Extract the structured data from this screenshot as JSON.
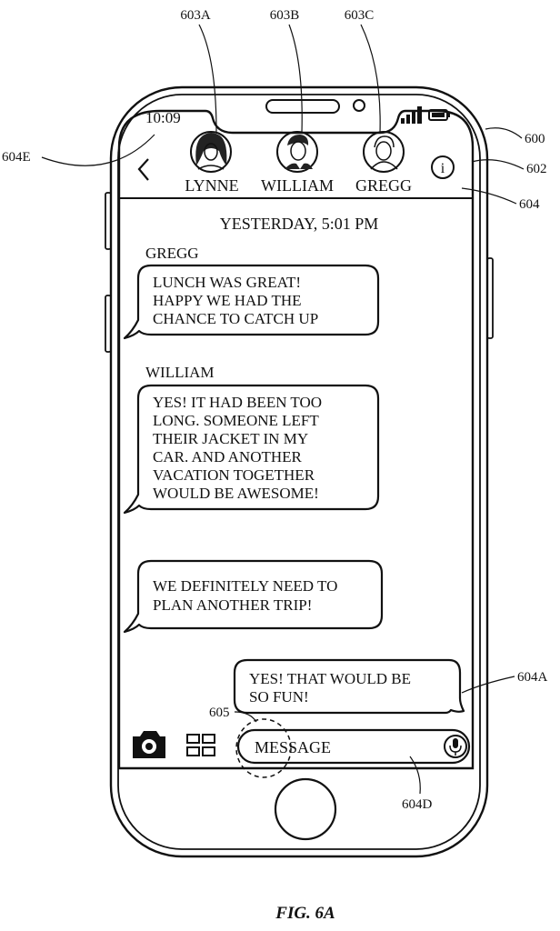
{
  "status_bar": {
    "time": "10:09"
  },
  "header": {
    "contacts": [
      {
        "name": "LYNNE"
      },
      {
        "name": "WILLIAM"
      },
      {
        "name": "GREGG"
      }
    ],
    "info_glyph": "i",
    "back_glyph": "<"
  },
  "conversation": {
    "timestamp": "YESTERDAY, 5:01 PM",
    "messages": [
      {
        "sender": "GREGG",
        "direction": "incoming",
        "lines": [
          "LUNCH WAS GREAT!",
          "HAPPY WE HAD THE",
          "CHANCE TO CATCH UP"
        ]
      },
      {
        "sender": "WILLIAM",
        "direction": "incoming",
        "lines": [
          "YES! IT HAD BEEN TOO",
          "LONG. SOMEONE LEFT",
          "THEIR JACKET IN MY",
          "CAR. AND ANOTHER",
          "VACATION TOGETHER",
          "WOULD BE AWESOME!"
        ]
      },
      {
        "sender": "",
        "direction": "incoming",
        "lines": [
          "WE DEFINITELY NEED TO",
          "PLAN ANOTHER TRIP!"
        ]
      },
      {
        "sender": "",
        "direction": "outgoing",
        "lines": [
          "YES! THAT WOULD BE",
          "SO FUN!"
        ]
      }
    ]
  },
  "input_bar": {
    "placeholder": "MESSAGE",
    "icons": [
      "camera-icon",
      "apps-grid-icon",
      "microphone-icon"
    ]
  },
  "reference_labels": {
    "device": "600",
    "display": "602",
    "thread": "604",
    "bubble_outgoing": "604A",
    "message_field": "604D",
    "header_area": "604E",
    "avatar_lynne": "603A",
    "avatar_william": "603B",
    "avatar_gregg": "603C",
    "apps_region": "605"
  },
  "figure_caption": "FIG. 6A"
}
